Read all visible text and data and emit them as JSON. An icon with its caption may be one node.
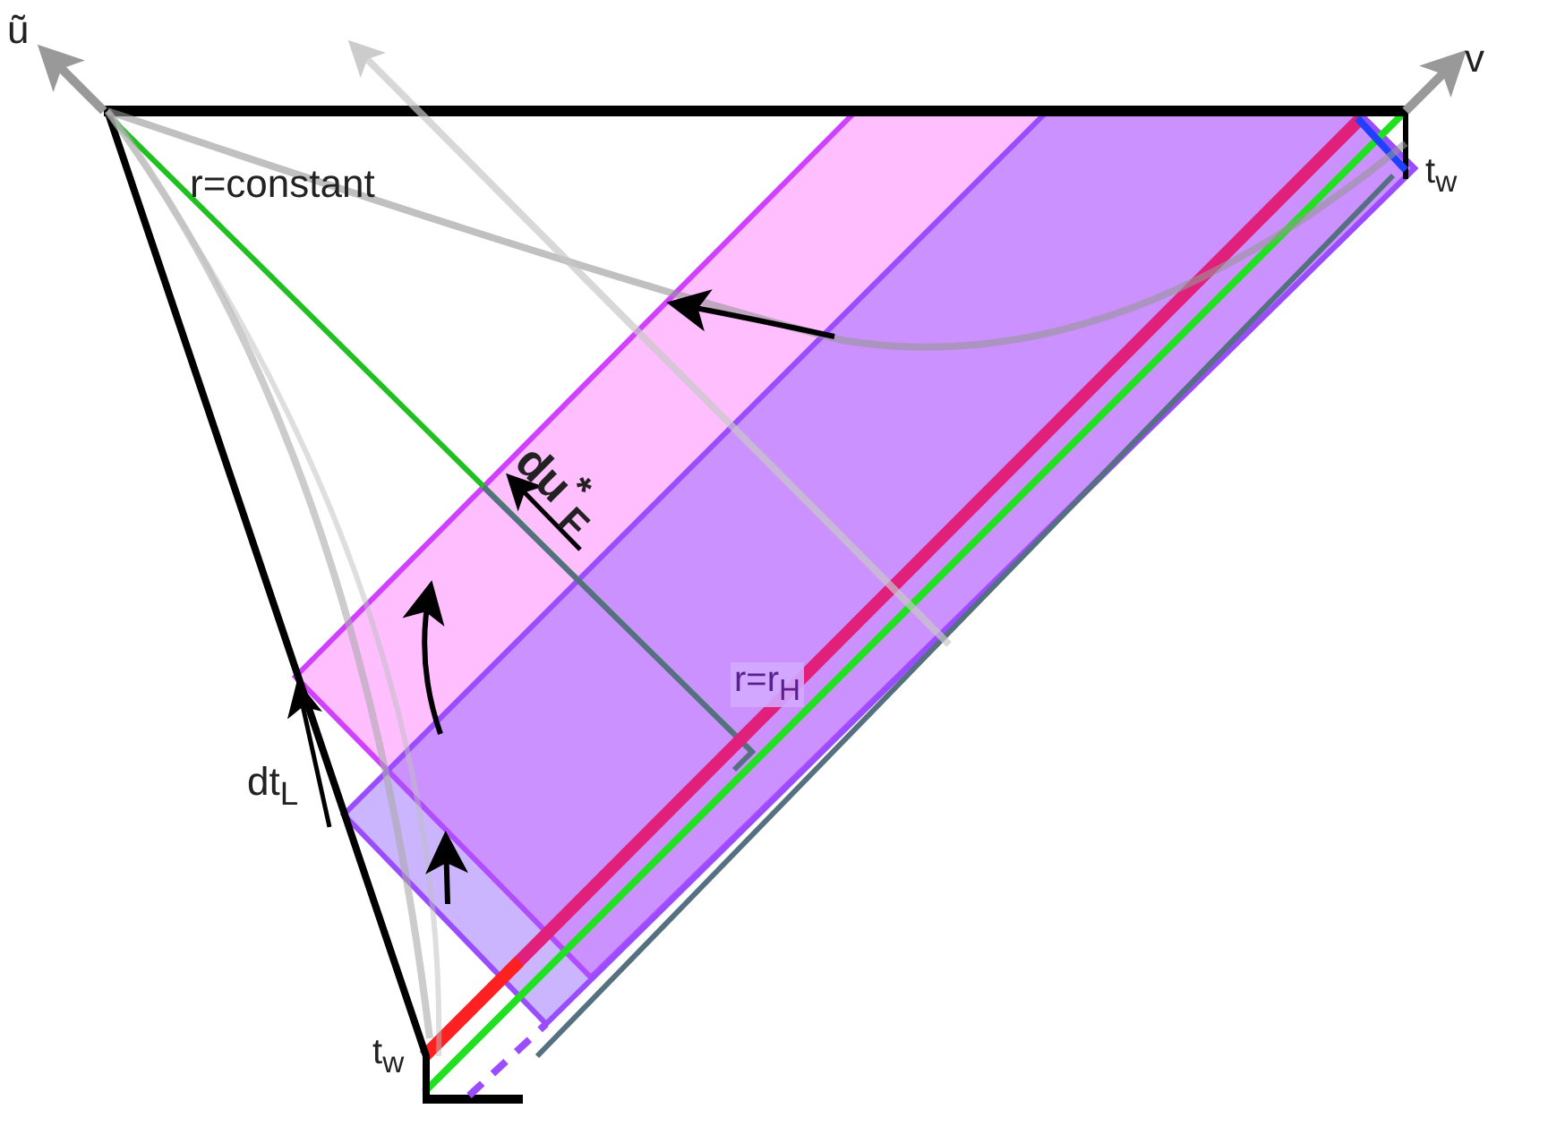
{
  "diagram": {
    "labels": [
      "ũ",
      "v",
      "r=constant",
      "t$_{w}$",
      "du$^{*}$$_{F}$",
      "r=r$_{H}$",
      "dt$_{L}$",
      "t$_{w}$"
    ]
  }
}
